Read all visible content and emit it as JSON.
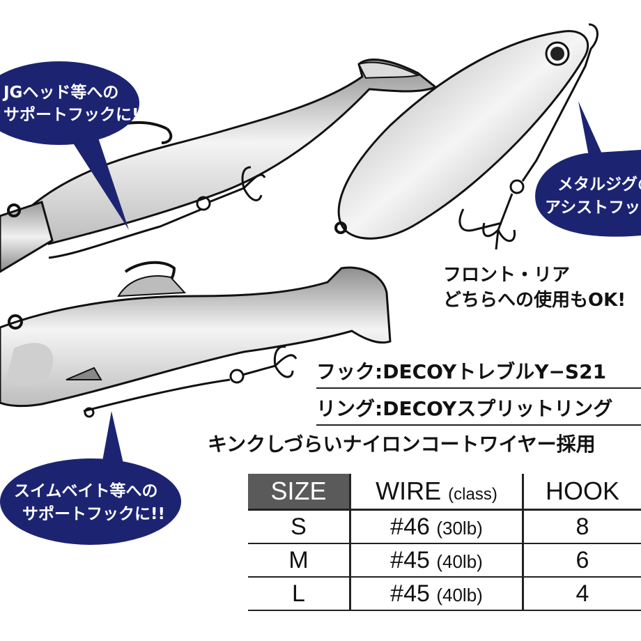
{
  "callouts": {
    "jig_head": {
      "line1": "JGヘッド等への",
      "line2": "サポートフックに!!"
    },
    "metal_jig": {
      "line1": "メタルジグの",
      "line2": "アシストフックに"
    },
    "swimbait": {
      "line1": "スイムベイト等への",
      "line2": "サポートフックに!!"
    }
  },
  "note": {
    "line1": "フロント・リア",
    "line2": "どちらへの使用もOK!"
  },
  "specs": {
    "hook": "フック:DECOYトレブルY−S21",
    "ring": "リング:DECOYスプリットリング",
    "wire": "キンクしづらいナイロンコートワイヤー採用"
  },
  "table": {
    "headers": {
      "size": "SIZE",
      "wire": "WIRE",
      "wire_sub": "(class)",
      "hook": "HOOK"
    },
    "rows": [
      {
        "size": "S",
        "wire": "#46",
        "lb": "(30lb)",
        "hook": "8"
      },
      {
        "size": "M",
        "wire": "#45",
        "lb": "(40lb)",
        "hook": "6"
      },
      {
        "size": "L",
        "wire": "#45",
        "lb": "(40lb)",
        "hook": "4"
      }
    ]
  },
  "colors": {
    "bubble": "#1c2472",
    "header_bg": "#5a5a5a",
    "lure_light": "#f2f2f2",
    "lure_dark": "#a8a8a8"
  }
}
